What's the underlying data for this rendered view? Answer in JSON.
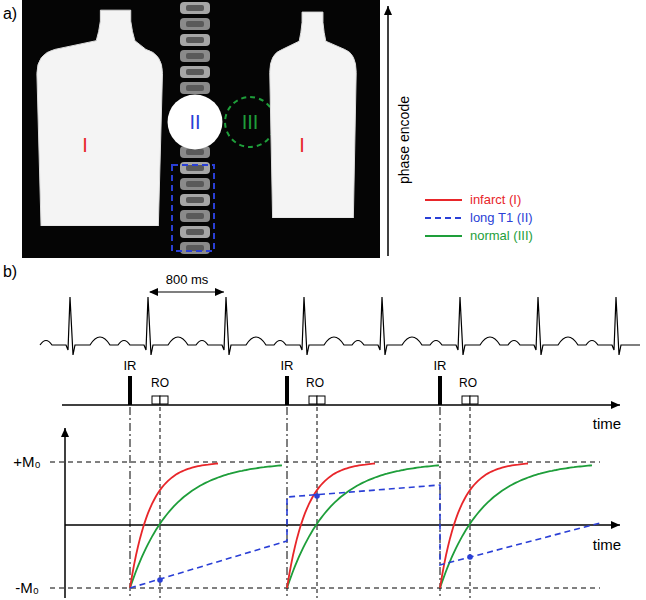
{
  "diagram": {
    "nodes": [
      {
        "text": [
          "I"
        ]
      },
      {
        "text": [
          "II"
        ]
      },
      {
        "text": [
          "III"
        ]
      },
      {
        "text": [
          "I"
        ]
      }
    ],
    "labels": [
      "a)",
      "phase encode",
      "b)",
      "800 ms",
      "IR",
      "RO",
      "IR",
      "RO",
      "IR",
      "RO",
      "time",
      "+M₀",
      "-M₀",
      "time"
    ],
    "legend": [
      {
        "text": "infarct (I)"
      },
      {
        "text": "long T1 (II)"
      },
      {
        "text": "normal (III)"
      }
    ]
  }
}
